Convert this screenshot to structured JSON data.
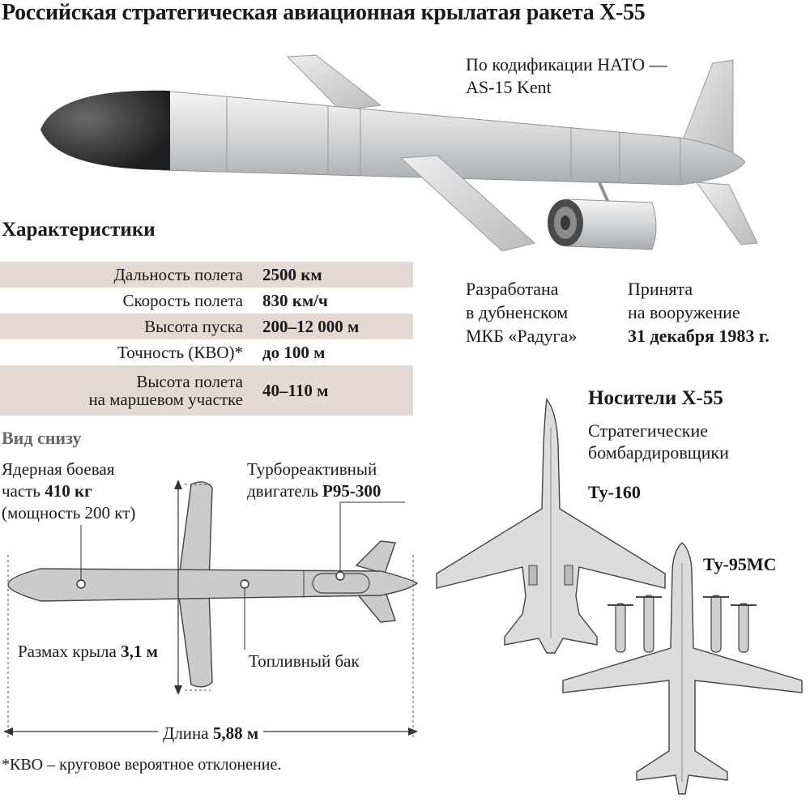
{
  "title": "Российская стратегическая авиационная крылатая ракета Х-55",
  "nato": {
    "line1": "По кодификации НАТО —",
    "line2": "AS-15 Kent"
  },
  "specs": {
    "heading": "Характеристики",
    "rows": [
      {
        "label": "Дальность полета",
        "value": "2500 км"
      },
      {
        "label": "Скорость полета",
        "value": "830 км/ч"
      },
      {
        "label": "Высота пуска",
        "value": "200–12 000 м"
      },
      {
        "label": "Точность (КВО)*",
        "value": "до 100 м"
      }
    ],
    "cruise_row": {
      "label_line1": "Высота полета",
      "label_line2": "на маршевом участке",
      "value": "40–110 м"
    }
  },
  "developer": {
    "line1": "Разработана",
    "line2": "в дубненском",
    "line3": "МКБ «Радуга»"
  },
  "adopted": {
    "line1": "Принята",
    "line2": "на вооружение",
    "date": "31 декабря 1983 г."
  },
  "bottom_view": {
    "heading": "Вид снизу",
    "warhead": {
      "line1": "Ядерная боевая",
      "line2_prefix": "часть ",
      "mass": "410 кг",
      "line3": "(мощность 200 кт)"
    },
    "engine": {
      "line1": "Турбореактивный",
      "line2_prefix": "двигатель ",
      "model": "Р95-300"
    },
    "wingspan": {
      "prefix": "Размах крыла ",
      "value": "3,1 м"
    },
    "fuel_tank": "Топливный бак",
    "length": {
      "prefix": "Длина ",
      "value": "5,88 м"
    }
  },
  "carriers": {
    "heading": "Носители Х-55",
    "sub_line1": "Стратегические",
    "sub_line2": "бомбардировщики",
    "aircraft": [
      "Ту-160",
      "Ту-95МС"
    ]
  },
  "footnote": "*КВО – круговое вероятное отклонение.",
  "colors": {
    "missile_body": "#d6d8da",
    "nose_cone": "#2e2e2e",
    "table_shade": "#e5d9d3",
    "outline": "#555555",
    "aircraft_fill": "#dcdcdc"
  }
}
